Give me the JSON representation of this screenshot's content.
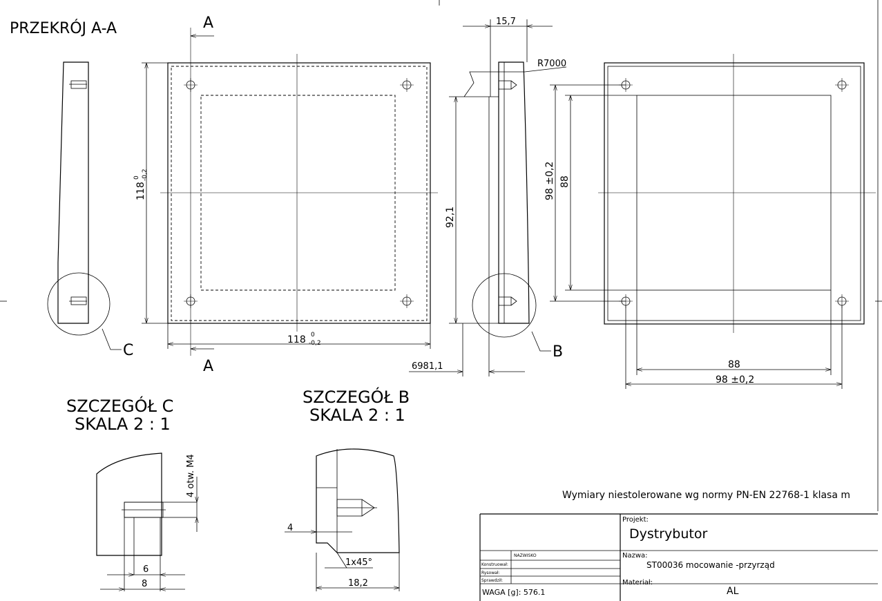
{
  "views": {
    "section_label": "PRZEKRÓJ A-A",
    "section_marker": "A",
    "detail_c_marker": "C",
    "detail_b_marker": "B",
    "detail_c_title": "SZCZEGÓŁ C",
    "detail_c_scale": "SKALA 2 : 1",
    "detail_b_title": "SZCZEGÓŁ B",
    "detail_b_scale": "SKALA 2 : 1"
  },
  "dimensions": {
    "height_118": "118",
    "height_118_tol_up": "0",
    "height_118_tol_down": "-0,2",
    "width_118": "118",
    "width_118_tol_up": "0",
    "width_118_tol_down": "-0,2",
    "thickness": "15,7",
    "radius": "R7000",
    "height_921": "92,1",
    "offset": "6981,1",
    "hole_pitch_v": "98 ±0,2",
    "inner_v": "88",
    "inner_h": "88",
    "hole_pitch_h": "98 ±0,2",
    "c_hole": "4 otw. M4",
    "c_6": "6",
    "c_8": "8",
    "b_4": "4",
    "b_chamfer": "1x45°",
    "b_182": "18,2"
  },
  "note": "Wymiary niestolerowane wg normy PN-EN 22768-1 klasa  m",
  "title_block": {
    "projekt_label": "Projekt:",
    "projekt_value": "Dystrybutor",
    "nazwa_label": "Nazwa:",
    "nazwa_value": "ST00036 mocowanie -przyrząd",
    "material_label": "Materiał:",
    "material_value": "AL",
    "nazwisko": "NAZWISKO",
    "konstruowal": "Konstruował:",
    "rysowal": "Rysował:",
    "sprawdzil": "Sprawdził:",
    "waga": "WAGA [g]: 576.1"
  }
}
